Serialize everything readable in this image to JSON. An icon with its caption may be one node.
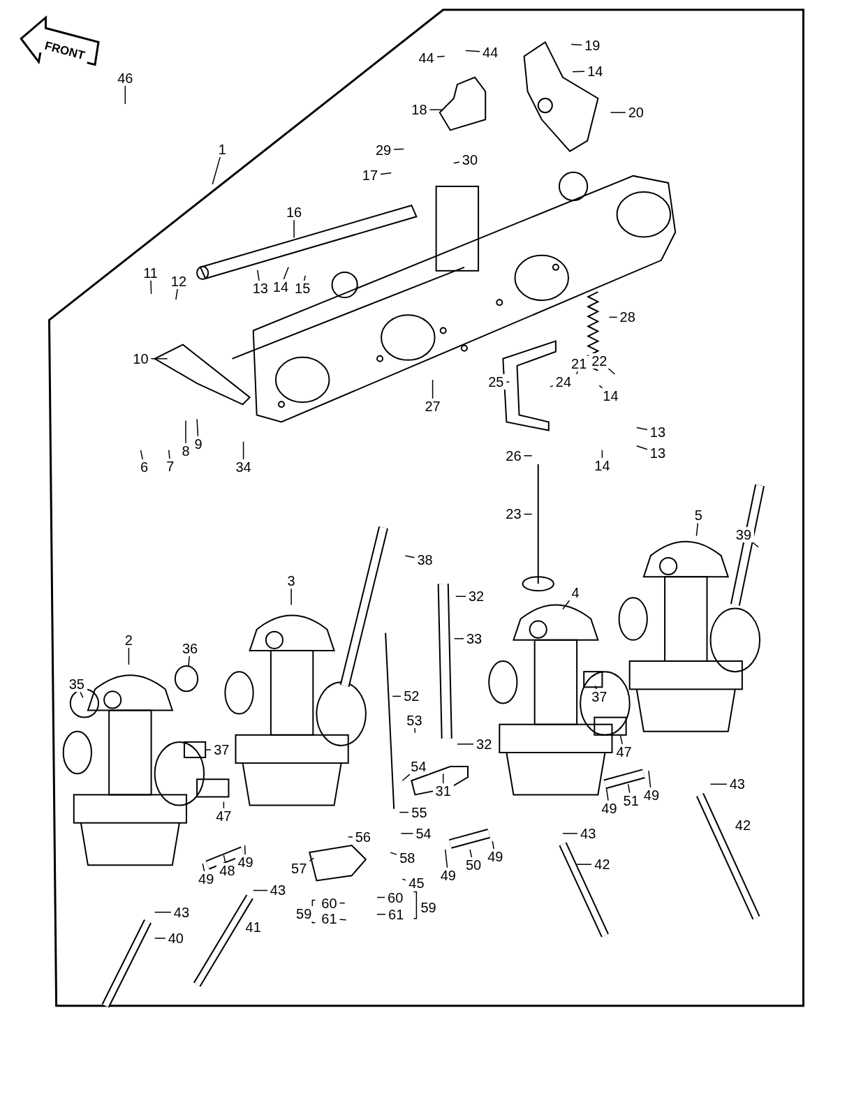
{
  "diagram": {
    "nodes": [
      {
        "text": [
          "46"
        ]
      },
      {
        "text": [
          "44"
        ]
      },
      {
        "text": [
          "44"
        ]
      },
      {
        "text": [
          "19"
        ]
      },
      {
        "text": [
          "14"
        ]
      },
      {
        "text": [
          "18"
        ]
      },
      {
        "text": [
          "20"
        ]
      },
      {
        "text": [
          "1"
        ]
      },
      {
        "text": [
          "29"
        ]
      },
      {
        "text": [
          "30"
        ]
      },
      {
        "text": [
          "17"
        ]
      },
      {
        "text": [
          "16"
        ]
      },
      {
        "text": [
          "11"
        ]
      },
      {
        "text": [
          "12"
        ]
      },
      {
        "text": [
          "13"
        ]
      },
      {
        "text": [
          "14"
        ]
      },
      {
        "text": [
          "15"
        ]
      },
      {
        "text": [
          "28"
        ]
      },
      {
        "text": [
          "10"
        ]
      },
      {
        "text": [
          "21"
        ]
      },
      {
        "text": [
          "22"
        ]
      },
      {
        "text": [
          "25"
        ]
      },
      {
        "text": [
          "24"
        ]
      },
      {
        "text": [
          "14"
        ]
      },
      {
        "text": [
          "27"
        ]
      },
      {
        "text": [
          "13"
        ]
      },
      {
        "text": [
          "13"
        ]
      },
      {
        "text": [
          "26"
        ]
      },
      {
        "text": [
          "14"
        ]
      },
      {
        "text": [
          "6"
        ]
      },
      {
        "text": [
          "7"
        ]
      },
      {
        "text": [
          "8"
        ]
      },
      {
        "text": [
          "9"
        ]
      },
      {
        "text": [
          "34"
        ]
      },
      {
        "text": [
          "23"
        ]
      },
      {
        "text": [
          "5"
        ]
      },
      {
        "text": [
          "39"
        ]
      },
      {
        "text": [
          "38"
        ]
      },
      {
        "text": [
          "3"
        ]
      },
      {
        "text": [
          "4"
        ]
      },
      {
        "text": [
          "32"
        ]
      },
      {
        "text": [
          "2"
        ]
      },
      {
        "text": [
          "36"
        ]
      },
      {
        "text": [
          "33"
        ]
      },
      {
        "text": [
          "35"
        ]
      },
      {
        "text": [
          "52"
        ]
      },
      {
        "text": [
          "37"
        ]
      },
      {
        "text": [
          "53"
        ]
      },
      {
        "text": [
          "32"
        ]
      },
      {
        "text": [
          "37"
        ]
      },
      {
        "text": [
          "47"
        ]
      },
      {
        "text": [
          "54"
        ]
      },
      {
        "text": [
          "31"
        ]
      },
      {
        "text": [
          "51"
        ]
      },
      {
        "text": [
          "49"
        ]
      },
      {
        "text": [
          "49"
        ]
      },
      {
        "text": [
          "43"
        ]
      },
      {
        "text": [
          "55"
        ]
      },
      {
        "text": [
          "47"
        ]
      },
      {
        "text": [
          "42"
        ]
      },
      {
        "text": [
          "43"
        ]
      },
      {
        "text": [
          "54"
        ]
      },
      {
        "text": [
          "56"
        ]
      },
      {
        "text": [
          "58"
        ]
      },
      {
        "text": [
          "49"
        ]
      },
      {
        "text": [
          "48"
        ]
      },
      {
        "text": [
          "49"
        ]
      },
      {
        "text": [
          "57"
        ]
      },
      {
        "text": [
          "50"
        ]
      },
      {
        "text": [
          "49"
        ]
      },
      {
        "text": [
          "49"
        ]
      },
      {
        "text": [
          "42"
        ]
      },
      {
        "text": [
          "45"
        ]
      },
      {
        "text": [
          "43"
        ]
      },
      {
        "text": [
          "60"
        ]
      },
      {
        "text": [
          "60"
        ]
      },
      {
        "text": [
          "43"
        ]
      },
      {
        "text": [
          "61"
        ]
      },
      {
        "text": [
          "61"
        ]
      },
      {
        "text": [
          "41"
        ]
      },
      {
        "text": [
          "40"
        ]
      },
      {
        "text": [
          "59"
        ]
      },
      {
        "text": [
          "59"
        ]
      }
    ],
    "edges": [
      {
        "from": 0,
        "to": null,
        "arrow": "none"
      },
      {
        "from": 1,
        "to": null,
        "arrow": "none"
      },
      {
        "from": 2,
        "to": null,
        "arrow": "none"
      },
      {
        "from": 3,
        "to": null,
        "arrow": "none"
      },
      {
        "from": 4,
        "to": null,
        "arrow": "none"
      },
      {
        "from": 5,
        "to": null,
        "arrow": "none"
      },
      {
        "from": 6,
        "to": null,
        "arrow": "none"
      },
      {
        "from": 7,
        "to": null,
        "arrow": "none"
      },
      {
        "from": 8,
        "to": null,
        "arrow": "none"
      },
      {
        "from": 9,
        "to": null,
        "arrow": "none"
      },
      {
        "from": 10,
        "to": null,
        "arrow": "none"
      },
      {
        "from": 11,
        "to": null,
        "arrow": "none"
      },
      {
        "from": 12,
        "to": null,
        "arrow": "none"
      },
      {
        "from": 13,
        "to": null,
        "arrow": "none"
      },
      {
        "from": 14,
        "to": null,
        "arrow": "none"
      },
      {
        "from": 15,
        "to": null,
        "arrow": "none"
      },
      {
        "from": 16,
        "to": null,
        "arrow": "none"
      },
      {
        "from": 17,
        "to": null,
        "arrow": "none"
      },
      {
        "from": 18,
        "to": null,
        "arrow": "none"
      },
      {
        "from": 19,
        "to": null,
        "arrow": "none"
      },
      {
        "from": 20,
        "to": null,
        "arrow": "none"
      },
      {
        "from": 21,
        "to": null,
        "arrow": "none"
      },
      {
        "from": 22,
        "to": null,
        "arrow": "none"
      },
      {
        "from": 23,
        "to": null,
        "arrow": "none"
      },
      {
        "from": 24,
        "to": null,
        "arrow": "none"
      },
      {
        "from": 25,
        "to": null,
        "arrow": "none"
      },
      {
        "from": 26,
        "to": null,
        "arrow": "none"
      },
      {
        "from": 27,
        "to": null,
        "arrow": "none"
      },
      {
        "from": 28,
        "to": null,
        "arrow": "none"
      },
      {
        "from": 29,
        "to": null,
        "arrow": "none"
      },
      {
        "from": 30,
        "to": null,
        "arrow": "none"
      },
      {
        "from": 31,
        "to": null,
        "arrow": "none"
      },
      {
        "from": 32,
        "to": null,
        "arrow": "none"
      },
      {
        "from": 33,
        "to": null,
        "arrow": "none"
      },
      {
        "from": 34,
        "to": null,
        "arrow": "none"
      },
      {
        "from": 35,
        "to": null,
        "arrow": "none"
      },
      {
        "from": 36,
        "to": null,
        "arrow": "none"
      },
      {
        "from": 37,
        "to": null,
        "arrow": "none"
      },
      {
        "from": 38,
        "to": null,
        "arrow": "none"
      },
      {
        "from": 39,
        "to": null,
        "arrow": "none"
      },
      {
        "from": 40,
        "to": null,
        "arrow": "none"
      },
      {
        "from": 41,
        "to": null,
        "arrow": "none"
      },
      {
        "from": 42,
        "to": null,
        "arrow": "none"
      },
      {
        "from": 43,
        "to": null,
        "arrow": "none"
      },
      {
        "from": 44,
        "to": null,
        "arrow": "none"
      },
      {
        "from": 45,
        "to": null,
        "arrow": "none"
      },
      {
        "from": 46,
        "to": null,
        "arrow": "none"
      },
      {
        "from": 47,
        "to": null,
        "arrow": "none"
      },
      {
        "from": 48,
        "to": null,
        "arrow": "none"
      },
      {
        "from": 49,
        "to": null,
        "arrow": "none"
      },
      {
        "from": 50,
        "to": null,
        "arrow": "none"
      },
      {
        "from": 51,
        "to": null,
        "arrow": "none"
      },
      {
        "from": 52,
        "to": null,
        "arrow": "none"
      },
      {
        "from": 53,
        "to": null,
        "arrow": "none"
      },
      {
        "from": 54,
        "to": null,
        "arrow": "none"
      },
      {
        "from": 55,
        "to": null,
        "arrow": "none"
      },
      {
        "from": 56,
        "to": null,
        "arrow": "none"
      },
      {
        "from": 57,
        "to": null,
        "arrow": "none"
      },
      {
        "from": 58,
        "to": null,
        "arrow": "none"
      },
      {
        "from": 60,
        "to": null,
        "arrow": "none"
      },
      {
        "from": 61,
        "to": null,
        "arrow": "none"
      },
      {
        "from": 62,
        "to": null,
        "arrow": "none"
      },
      {
        "from": 63,
        "to": null,
        "arrow": "none"
      },
      {
        "from": 64,
        "to": null,
        "arrow": "none"
      },
      {
        "from": 65,
        "to": null,
        "arrow": "none"
      },
      {
        "from": 66,
        "to": null,
        "arrow": "none"
      },
      {
        "from": 67,
        "to": null,
        "arrow": "none"
      },
      {
        "from": 68,
        "to": null,
        "arrow": "none"
      },
      {
        "from": 69,
        "to": null,
        "arrow": "none"
      },
      {
        "from": 70,
        "to": null,
        "arrow": "none"
      },
      {
        "from": 71,
        "to": null,
        "arrow": "none"
      },
      {
        "from": 72,
        "to": null,
        "arrow": "none"
      },
      {
        "from": 73,
        "to": null,
        "arrow": "none"
      },
      {
        "from": 74,
        "to": null,
        "arrow": "none"
      },
      {
        "from": 75,
        "to": null,
        "arrow": "none"
      },
      {
        "from": 76,
        "to": null,
        "arrow": "none"
      },
      {
        "from": 77,
        "to": null,
        "arrow": "none"
      },
      {
        "from": 78,
        "to": null,
        "arrow": "none"
      },
      {
        "from": 80,
        "to": null,
        "arrow": "none"
      }
    ],
    "labels": [
      "FRONT"
    ]
  }
}
